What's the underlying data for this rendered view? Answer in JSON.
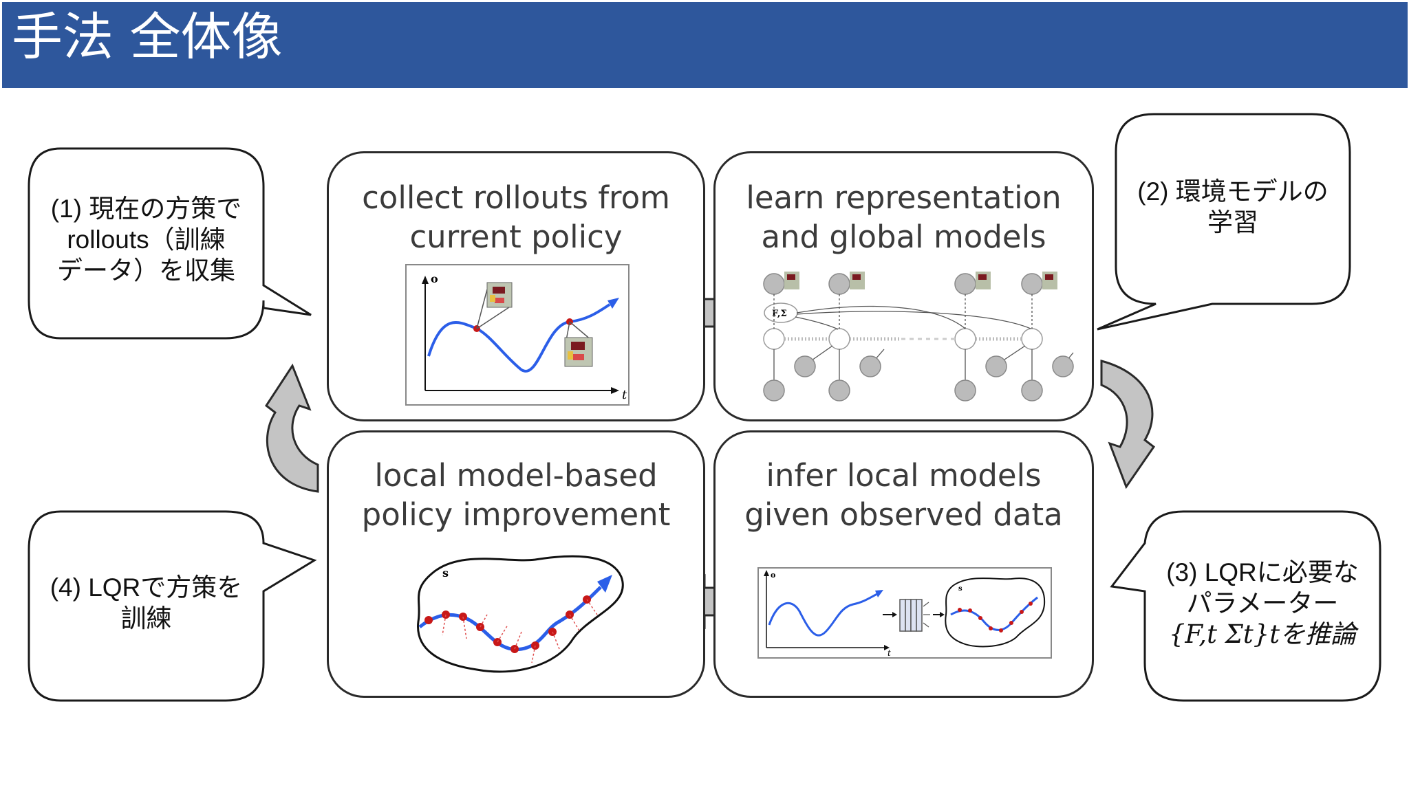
{
  "header": {
    "title": "手法 全体像"
  },
  "panels": {
    "collect": {
      "line1": "collect rollouts from",
      "line2": "current policy",
      "axis_y": "o",
      "axis_x": "t"
    },
    "learn": {
      "line1": "learn representation",
      "line2": "and global models",
      "params": "F,Σ"
    },
    "infer": {
      "line1": "infer local models",
      "line2": "given observed data",
      "axis_y": "o",
      "axis_x": "t",
      "state": "s"
    },
    "improve": {
      "line1": "local model-based",
      "line2": "policy improvement",
      "state": "s"
    }
  },
  "callouts": {
    "c1": {
      "line1": "(1) 現在の方策で",
      "line2": "rollouts（訓練",
      "line3": "データ）を収集"
    },
    "c2": {
      "line1": "(2) 環境モデルの",
      "line2": "学習"
    },
    "c3": {
      "line1": "(3) LQRに必要な",
      "line2": "パラメーター",
      "line3": "{F,t  Σt}tを推論"
    },
    "c4": {
      "line1": "(4) LQRで方策を",
      "line2": "訓練"
    }
  },
  "colors": {
    "header": "#2e579c",
    "curve": "#2b5ee8",
    "dots": "#c81818",
    "arrows": "#bdbdbd"
  }
}
